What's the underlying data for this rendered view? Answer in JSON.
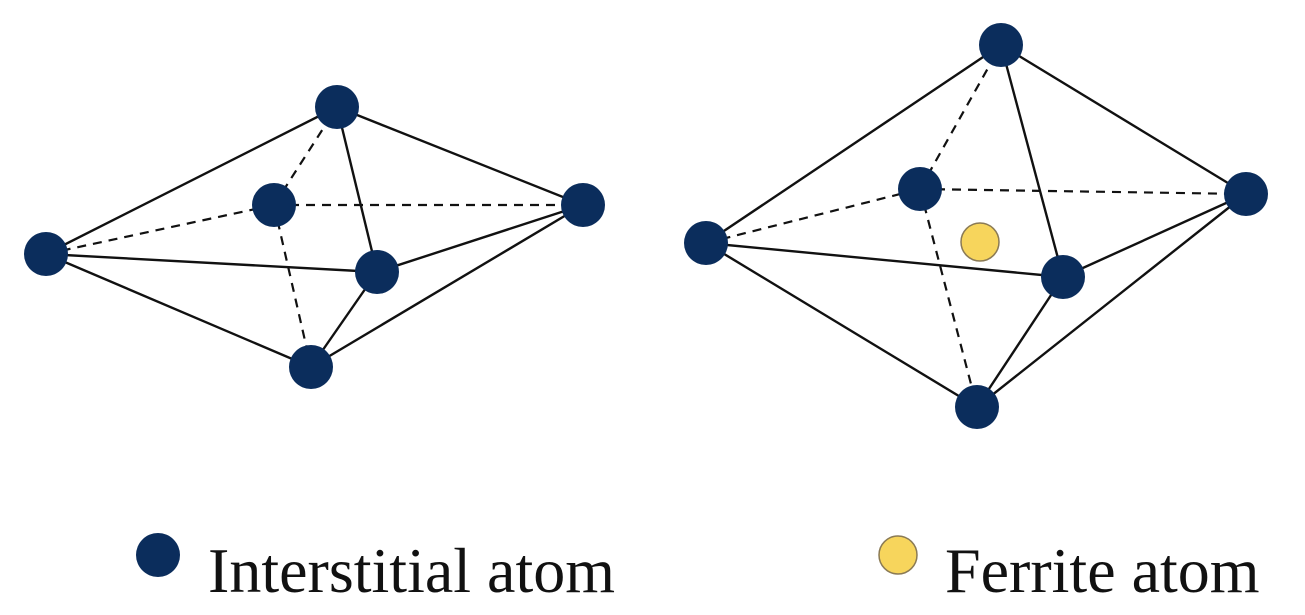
{
  "colors": {
    "interstitial_atom": "#0b2d5c",
    "ferrite_atom": "#f7d55c",
    "ferrite_outline": "#8a7a55",
    "edge": "#111111",
    "background": "#ffffff"
  },
  "legend": {
    "interstitial_label": "Interstitial atom",
    "ferrite_label": "Ferrite atom"
  },
  "structures": [
    {
      "name": "empty-octahedral-site",
      "atoms": [
        "top",
        "back",
        "left",
        "right",
        "front",
        "bottom"
      ],
      "solid_edges": [
        [
          "left",
          "top"
        ],
        [
          "top",
          "right"
        ],
        [
          "top",
          "front"
        ],
        [
          "left",
          "front"
        ],
        [
          "front",
          "right"
        ],
        [
          "left",
          "bottom"
        ],
        [
          "front",
          "bottom"
        ],
        [
          "right",
          "bottom"
        ]
      ],
      "dashed_edges": [
        [
          "left",
          "back"
        ],
        [
          "back",
          "right"
        ],
        [
          "back",
          "top"
        ],
        [
          "back",
          "bottom"
        ]
      ],
      "has_ferrite_atom": false
    },
    {
      "name": "filled-octahedral-site",
      "atoms": [
        "top",
        "back",
        "left",
        "right",
        "front",
        "bottom"
      ],
      "solid_edges": [
        [
          "left",
          "top"
        ],
        [
          "top",
          "right"
        ],
        [
          "top",
          "front"
        ],
        [
          "left",
          "front"
        ],
        [
          "front",
          "right"
        ],
        [
          "left",
          "bottom"
        ],
        [
          "front",
          "bottom"
        ],
        [
          "right",
          "bottom"
        ]
      ],
      "dashed_edges": [
        [
          "left",
          "back"
        ],
        [
          "back",
          "right"
        ],
        [
          "back",
          "top"
        ],
        [
          "back",
          "bottom"
        ]
      ],
      "has_ferrite_atom": true
    }
  ]
}
